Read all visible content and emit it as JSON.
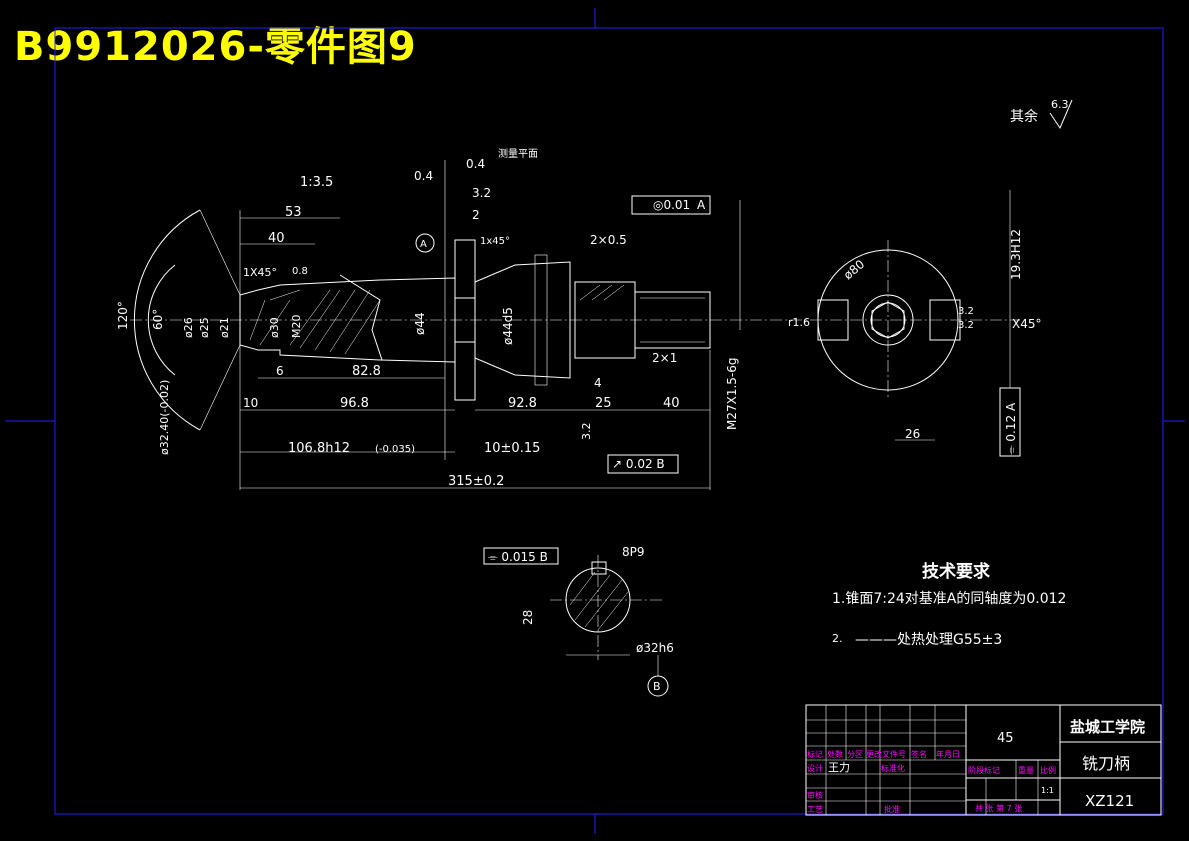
{
  "banner": {
    "title": "B9912026-零件图9"
  },
  "roughness_note": {
    "label": "其余",
    "value": "6.3"
  },
  "main_view": {
    "dims": {
      "d53": "53",
      "d40": "40",
      "taper": "1:3.5",
      "d0_4a": "0.4",
      "d0_4b": "0.4",
      "d3_2": "3.2",
      "d2": "2",
      "measure_plane": "测量平面",
      "chamfer1": "1X45°",
      "chamfer2": "1x45°",
      "r0_8": "0.8",
      "d2x0_5": "2×0.5",
      "coax": "◎0.01",
      "datumA": "A",
      "ang120": "120°",
      "ang60": "60°",
      "dia26": "ø26",
      "dia25": "ø25",
      "dia21": "ø21",
      "dia30": "ø30",
      "m20": "M20",
      "dia44": "ø44",
      "dia44d5": "ø44d5",
      "dia32": "ø32.40(-0.02)",
      "d6": "6",
      "d82_8": "82.8",
      "d10": "10",
      "d96_8": "96.8",
      "d92_8": "92.8",
      "d25": "25",
      "d40b": "40",
      "d4": "4",
      "d2x1": "2×1",
      "thread": "M27X1.5-6g",
      "d106": "106.8h12",
      "tol106": "(-0.035)",
      "d10tol": "10±0.15",
      "d315": "315±0.2",
      "rough32": "3.2",
      "runout": "↗ 0.02 B",
      "sectA": "A"
    }
  },
  "side_view": {
    "dia80": "ø80",
    "r1_6": "r1.6",
    "d19_3": "19.3H12",
    "rough32a": "3.2",
    "rough32b": "3.2",
    "chamfer": "X45°",
    "d26": "26",
    "sym": "⌯ 0.12 A"
  },
  "section_view": {
    "sym": "⌯ 0.015 B",
    "key": "8P9",
    "d28": "28",
    "dia32h6": "ø32h6",
    "datumB": "B"
  },
  "tech_req": {
    "heading": "技术要求",
    "item1": "1.锥面7:24对基准A的同轴度为0.012",
    "item2_no": "2.",
    "item2": "———处热处理G55±3"
  },
  "title_block": {
    "material": "45",
    "school": "盐城工学院",
    "part_name": "铣刀柄",
    "drawing_no": "XZ121",
    "designer": "王力",
    "labels": [
      "标记",
      "处数",
      "分区",
      "更改文件号",
      "签名",
      "年月日"
    ],
    "row2": [
      "设计",
      "标准化"
    ],
    "row3": [
      "审核"
    ],
    "row4": [
      "工艺",
      "批准"
    ],
    "right": [
      "阶段标记",
      "重量",
      "比例"
    ],
    "scale": "1:1",
    "sheets": "共  张  第 7 张"
  },
  "colors": {
    "background": "#000000",
    "line": "#ffffff",
    "border": "#2020ff",
    "banner": "#ffff00",
    "block_text": "#ff00ff"
  }
}
